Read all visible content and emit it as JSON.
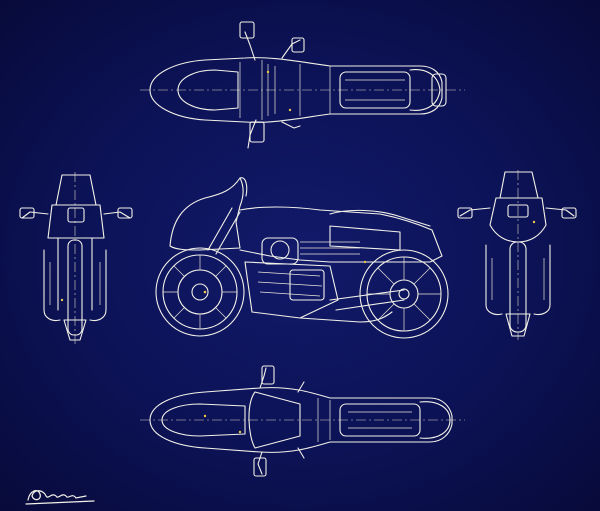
{
  "drawing": {
    "background_color": "#0c1255",
    "line_color": "#f2f1e8",
    "accent_color": "#e8c84a",
    "views": [
      "top-view",
      "front-view",
      "side-view",
      "rear-view",
      "bottom-view"
    ],
    "signature_style": "handwritten scribble"
  }
}
